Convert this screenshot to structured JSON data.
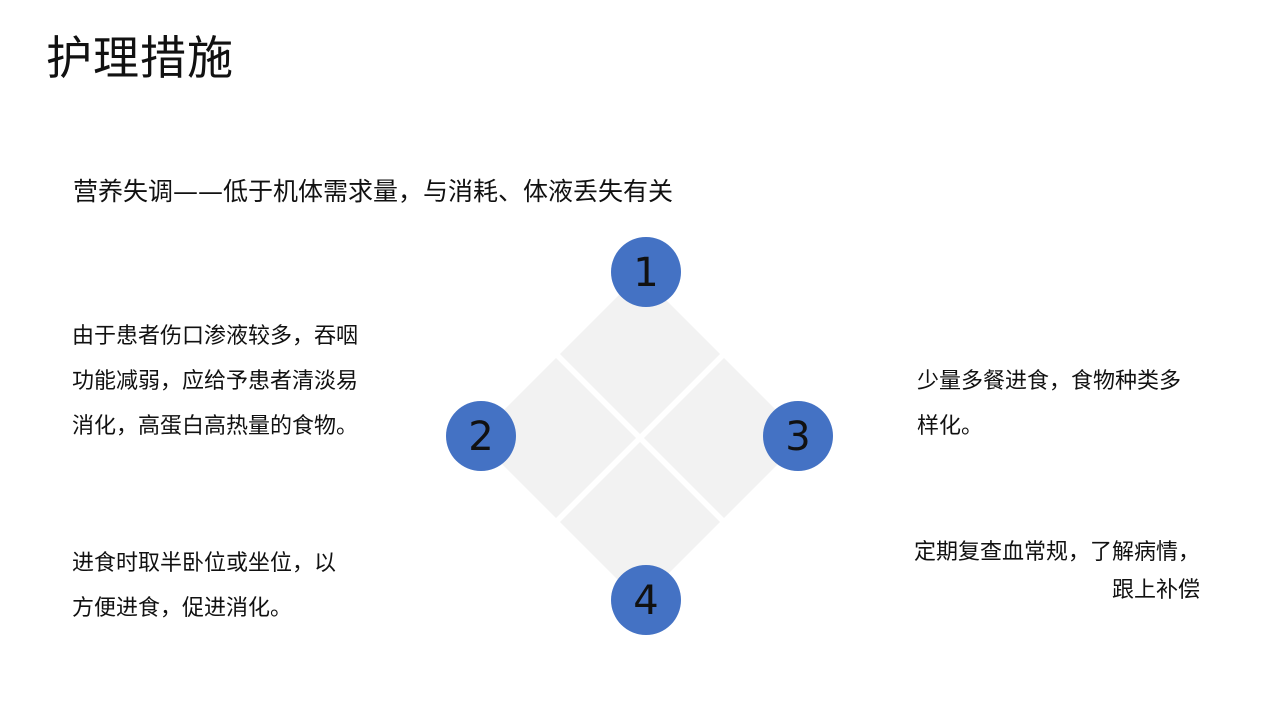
{
  "title": "护理措施",
  "subtitle": "营养失调——低于机体需求量，与消耗、体液丢失有关",
  "colors": {
    "circle": "#4472c4",
    "tile": "#f2f2f2",
    "text": "#111111"
  },
  "steps": [
    {
      "number": "1"
    },
    {
      "number": "2"
    },
    {
      "number": "3"
    },
    {
      "number": "4"
    }
  ],
  "items": [
    {
      "lines": [
        "由于患者伤口渗液较多，吞咽",
        "功能减弱，应给予患者清淡易",
        "消化，高蛋白高热量的食物。"
      ]
    },
    {
      "lines": [
        "少量多餐进食，食物种类多",
        "样化。"
      ]
    },
    {
      "lines": [
        "进食时取半卧位或坐位，以",
        "方便进食，促进消化。"
      ]
    },
    {
      "lines": [
        "定期复查血常规，了解病情，",
        "跟上补偿"
      ]
    }
  ]
}
